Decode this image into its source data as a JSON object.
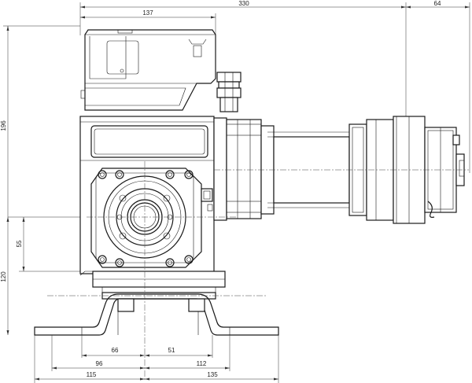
{
  "dimensions": {
    "overall_width": "330",
    "top_head_width": "137",
    "encoder_extension": "64",
    "overall_height": "196",
    "shaft_height": "120",
    "bracket_height": "55",
    "half_left_inner": "66",
    "half_right_inner": "51",
    "left_mid": "96",
    "right_mid": "112",
    "left_outer": "115",
    "right_outer": "135"
  },
  "colors": {
    "line": "#1a1a1a",
    "background": "#ffffff"
  }
}
